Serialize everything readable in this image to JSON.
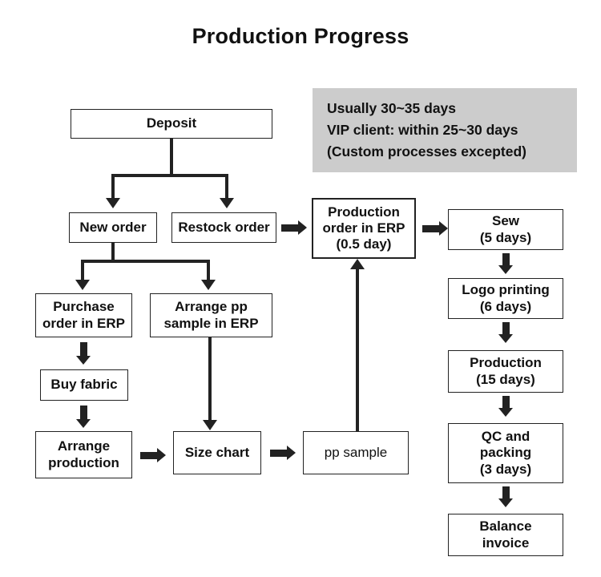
{
  "title": "Production Progress",
  "note": {
    "line1": "Usually 30~35 days",
    "line2": "VIP client: within 25~30 days",
    "line3": "(Custom processes excepted)",
    "background": "#cccccc"
  },
  "colors": {
    "ink": "#222222",
    "box_border": "#222222",
    "box_fill": "#ffffff",
    "note_fill": "#cccccc"
  },
  "nodes": {
    "deposit": "Deposit",
    "new_order": "New order",
    "restock_order": "Restock order",
    "purchase_order": "Purchase\norder in ERP",
    "purchase_order_l1": "Purchase",
    "purchase_order_l2": "order in ERP",
    "arrange_pp_l1": "Arrange pp",
    "arrange_pp_l2": "sample in ERP",
    "buy_fabric": "Buy fabric",
    "arrange_production_l1": "Arrange",
    "arrange_production_l2": "production",
    "size_chart": "Size chart",
    "pp_sample": "pp sample",
    "production_order_l1": "Production",
    "production_order_l2": "order in ERP",
    "production_order_l3": "(0.5 day)",
    "sew_l1": "Sew",
    "sew_l2": "(5 days)",
    "logo_printing_l1": "Logo printing",
    "logo_printing_l2": "(6 days)",
    "production_l1": "Production",
    "production_l2": "(15 days)",
    "qc_packing_l1": "QC and",
    "qc_packing_l2": "packing",
    "qc_packing_l3": "(3 days)",
    "balance_invoice_l1": "Balance",
    "balance_invoice_l2": "invoice"
  },
  "flow": {
    "durations": {
      "production_order_in_erp": "0.5 day",
      "sew": "5 days",
      "logo_printing": "6 days",
      "production": "15 days",
      "qc_and_packing": "3 days"
    },
    "total_usual": "30~35 days",
    "total_vip": "25~30 days"
  }
}
